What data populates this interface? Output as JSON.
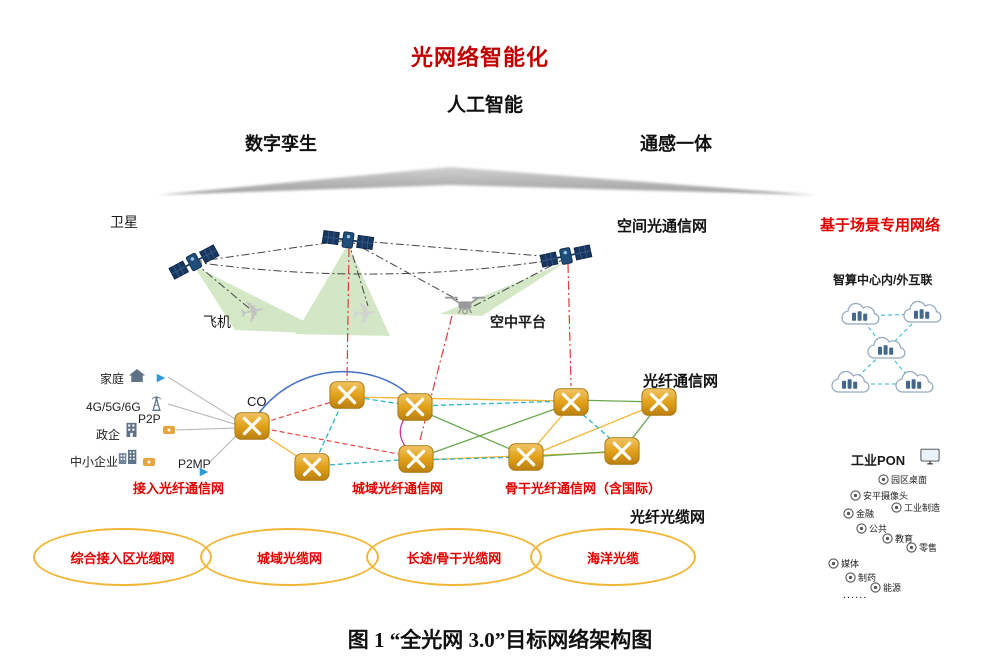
{
  "header": {
    "title": "光网络智能化",
    "subtitle": "人工智能",
    "left_tag": "数字孪生",
    "right_tag": "通感一体"
  },
  "sections": {
    "space": "空间光通信网",
    "fiber": "光纤通信网",
    "cable": "光纤光缆网"
  },
  "sky": {
    "satellite_label": "卫星",
    "aircraft_label": "飞机",
    "platform_label": "空中平台"
  },
  "access": {
    "labels": [
      "家庭",
      "4G/5G/6G",
      "政企",
      "中小企业"
    ],
    "p2p": "P2P",
    "p2mp": "P2MP",
    "co": "CO",
    "access_net": "接入光纤通信网"
  },
  "fiber_nets": {
    "metro": "城域光纤通信网",
    "backbone": "骨干光纤通信网（含国际）"
  },
  "cable_ellipses": [
    "综合接入区光缆网",
    "城域光缆网",
    "长途/骨干光缆网",
    "海洋光缆"
  ],
  "right_panel": {
    "title": "基于场景专用网络",
    "dc_label": "智算中心内/外互联",
    "pon_label": "工业PON",
    "industries": [
      "园区桌面",
      "安平摄像头",
      "金融",
      "工业制造",
      "公共",
      "教育",
      "零售",
      "媒体",
      "制药",
      "能源"
    ],
    "ellipsis": "......"
  },
  "caption": "图 1 “全光网 3.0”目标网络架构图",
  "colors": {
    "accent_red": "#c00000",
    "node_gold": "#e3a21a",
    "ellipse_border": "#f2b636",
    "link_cyan": "#2ab3c9",
    "link_green": "#6aa84f",
    "link_yellow": "#f2b636",
    "link_blue": "#4472c4",
    "link_magenta": "#cc3399",
    "beam_green": "#a9d18e"
  }
}
